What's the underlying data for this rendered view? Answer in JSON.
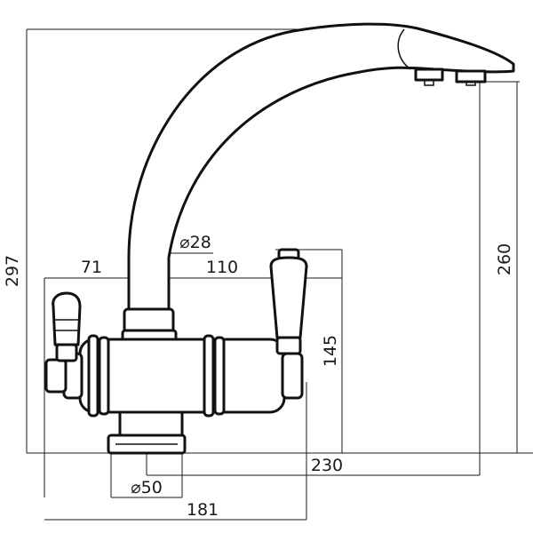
{
  "drawing": {
    "stroke_color": "#111111",
    "background": "#ffffff",
    "dimensions": {
      "overall_height": "297",
      "spout_height": "260",
      "spout_diameter": "⌀28",
      "left_offset": "71",
      "handle_span": "110",
      "body_height": "145",
      "spout_reach": "230",
      "base_diameter": "⌀50",
      "total_width": "181"
    }
  }
}
